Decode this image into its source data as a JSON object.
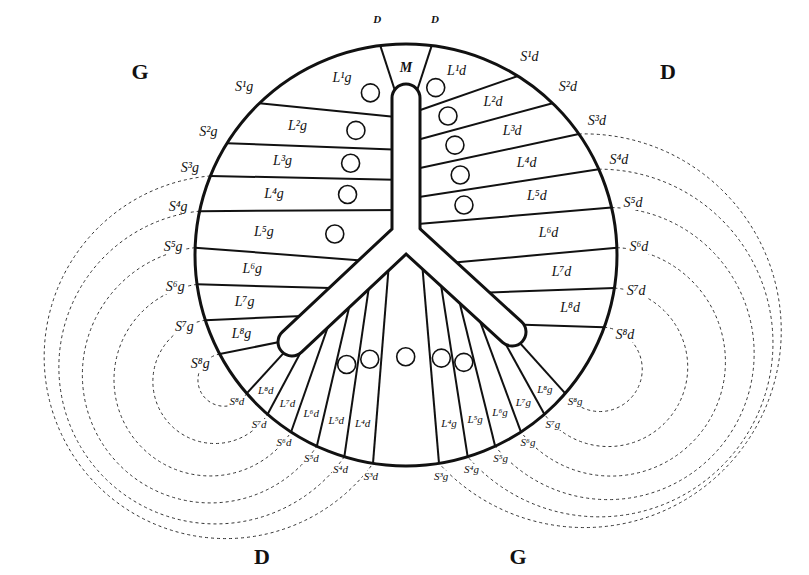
{
  "diagram": {
    "labels": [
      "D",
      "D",
      "G",
      "D",
      "M",
      "S¹g",
      "S²g",
      "S³g",
      "S⁴g",
      "S⁵g",
      "S⁶g",
      "S⁷g",
      "S⁸g",
      "L¹g",
      "L²g",
      "L³g",
      "L⁴g",
      "L⁵g",
      "L⁶g",
      "L⁷g",
      "L⁸g",
      "S¹d",
      "S²d",
      "S³d",
      "S⁴d",
      "S⁵d",
      "S⁶d",
      "S⁷d",
      "S⁸d",
      "L¹d",
      "L²d",
      "L³d",
      "L⁴d",
      "L⁵d",
      "L⁶d",
      "L⁷d",
      "L⁸d",
      "S³d",
      "S⁴d",
      "S⁵d",
      "S⁶d",
      "S⁷d",
      "S⁸d",
      "L⁴d",
      "L⁵d",
      "L⁶d",
      "L⁷d",
      "L⁸d",
      "S³g",
      "S⁴g",
      "S⁵g",
      "S⁶g",
      "S⁷g",
      "S⁸g",
      "L⁴g",
      "L⁵g",
      "L⁶g",
      "L⁷g",
      "L⁸g",
      "D",
      "G"
    ]
  }
}
